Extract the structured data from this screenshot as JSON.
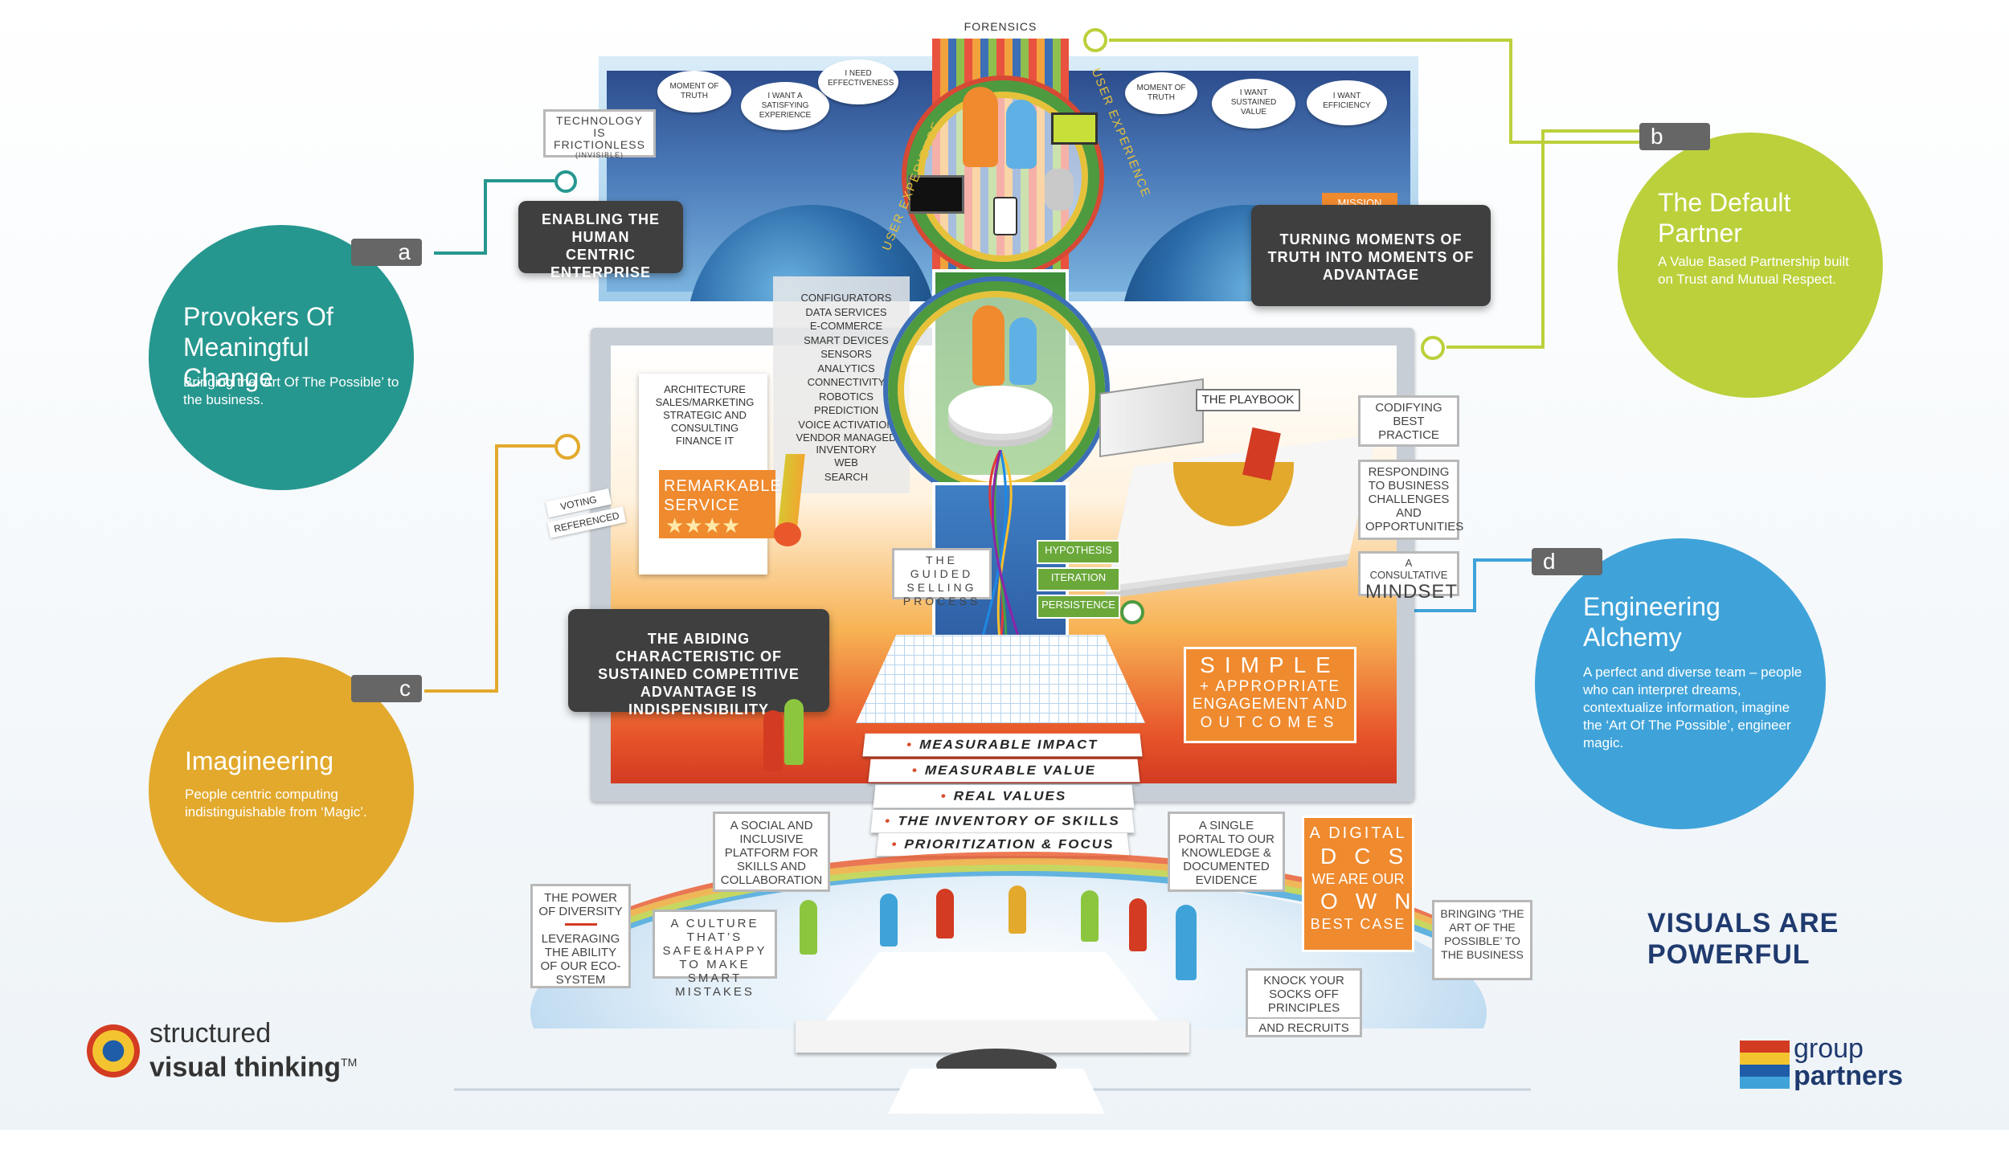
{
  "colors": {
    "teal": "#26978f",
    "lime": "#bcd03b",
    "gold": "#e2a92d",
    "blue": "#3fa3d9",
    "orange": "#ef8a2e",
    "darkbox": "#3f3f3f",
    "navy": "#1f3a6e"
  },
  "top": {
    "forensics": "FORENSICS",
    "bubbles_left": [
      "MOMENT OF TRUTH",
      "I WANT A SATISFYING EXPERIENCE",
      "I NEED EFFECTIVENESS"
    ],
    "bubbles_right": [
      "MOMENT OF TRUTH",
      "I WANT SUSTAINED VALUE",
      "I WANT EFFICIENCY"
    ],
    "user_experience_left": "USER EXPERIENCE",
    "user_experience_right": "USER EXPERIENCE",
    "tech_frictionless": "TECHNOLOGY IS FRICTIONLESS",
    "tech_invisible": "(INVISIBLE)",
    "enabling": "ENABLING THE HUMAN CENTRIC ENTERPRISE",
    "mission": "MISSION",
    "turning": "TURNING MOMENTS OF TRUTH INTO MOMENTS OF ADVANTAGE"
  },
  "circles": {
    "a": {
      "tab": "a",
      "title": "Provokers Of Meaningful Change",
      "subtitle": "Bringing the ‘Art Of The Possible’ to the business."
    },
    "b": {
      "tab": "b",
      "title": "The Default Partner",
      "subtitle": "A Value Based Partnership built on Trust and Mutual Respect."
    },
    "c": {
      "tab": "c",
      "title": "Imagineering",
      "subtitle": "People centric computing indistinguishable from ‘Magic’."
    },
    "d": {
      "tab": "d",
      "title": "Engineering Alchemy",
      "subtitle": "A perfect and diverse team – people who can interpret dreams, contextualize information, imagine the ‘Art Of The Possible’, engineer magic."
    }
  },
  "middle": {
    "services": [
      "CONFIGURATORS",
      "DATA SERVICES",
      "E-COMMERCE",
      "SMART DEVICES",
      "SENSORS",
      "ANALYTICS",
      "CONNECTIVITY",
      "ROBOTICS",
      "PREDICTION",
      "VOICE ACTIVATION",
      "VENDOR MANAGED INVENTORY",
      "WEB",
      "SEARCH"
    ],
    "clipboard": [
      "ARCHITECTURE",
      "SALES/MARKETING",
      "STRATEGIC AND CONSULTING",
      "FINANCE IT"
    ],
    "remarkable": "REMARKABLE SERVICE",
    "stars": "★★★★",
    "voting": "VOTING",
    "referenced": "REFERENCED",
    "playbook": "THE PLAYBOOK",
    "codifying": "CODIFYING BEST PRACTICE",
    "responding": "RESPONDING TO BUSINESS CHALLENGES AND OPPORTUNITIES",
    "consultative_small": "A CONSULTATIVE",
    "consultative_big": "MINDSET",
    "guided": "THE GUIDED SELLING PROCESS",
    "hypothesis": "HYPOTHESIS",
    "iteration": "ITERATION",
    "persistence": "PERSISTENCE",
    "abiding": "THE ABIDING CHARACTERISTIC OF SUSTAINED COMPETITIVE ADVANTAGE IS INDISPENSIBILITY",
    "simple_1": "SIMPLE",
    "simple_2": "+ APPROPRIATE",
    "simple_3": "ENGAGEMENT AND",
    "simple_4": "OUTCOMES"
  },
  "layers": [
    "MEASURABLE IMPACT",
    "MEASURABLE VALUE",
    "REAL VALUES",
    "THE INVENTORY OF SKILLS",
    "PRIORITIZATION & FOCUS"
  ],
  "bottom": {
    "social": "A SOCIAL AND INCLUSIVE PLATFORM FOR SKILLS AND COLLABORATION",
    "single_portal": "A SINGLE PORTAL TO OUR KNOWLEDGE & DOCUMENTED EVIDENCE",
    "digital_1": "A DIGITAL",
    "digital_2": "DCS",
    "digital_3": "WE ARE OUR",
    "digital_4": "OWN",
    "digital_5": "BEST CASE",
    "power_1": "THE POWER OF DIVERSITY",
    "power_2": "LEVERAGING THE ABILITY OF OUR ECO-SYSTEM",
    "culture": "A CULTURE THAT’S SAFE&HAPPY TO MAKE SMART MISTAKES",
    "knock": "KNOCK YOUR SOCKS OFF PRINCIPLES",
    "recruits": "AND RECRUITS",
    "bringing": "BRINGING ‘THE ART OF THE POSSIBLE’ TO THE BUSINESS"
  },
  "branding": {
    "visuals": "VISUALS ARE POWERFUL",
    "svt_1": "structured",
    "svt_2": "visual thinking",
    "svt_tm": "TM",
    "gp_1": "group",
    "gp_2": "partners"
  }
}
